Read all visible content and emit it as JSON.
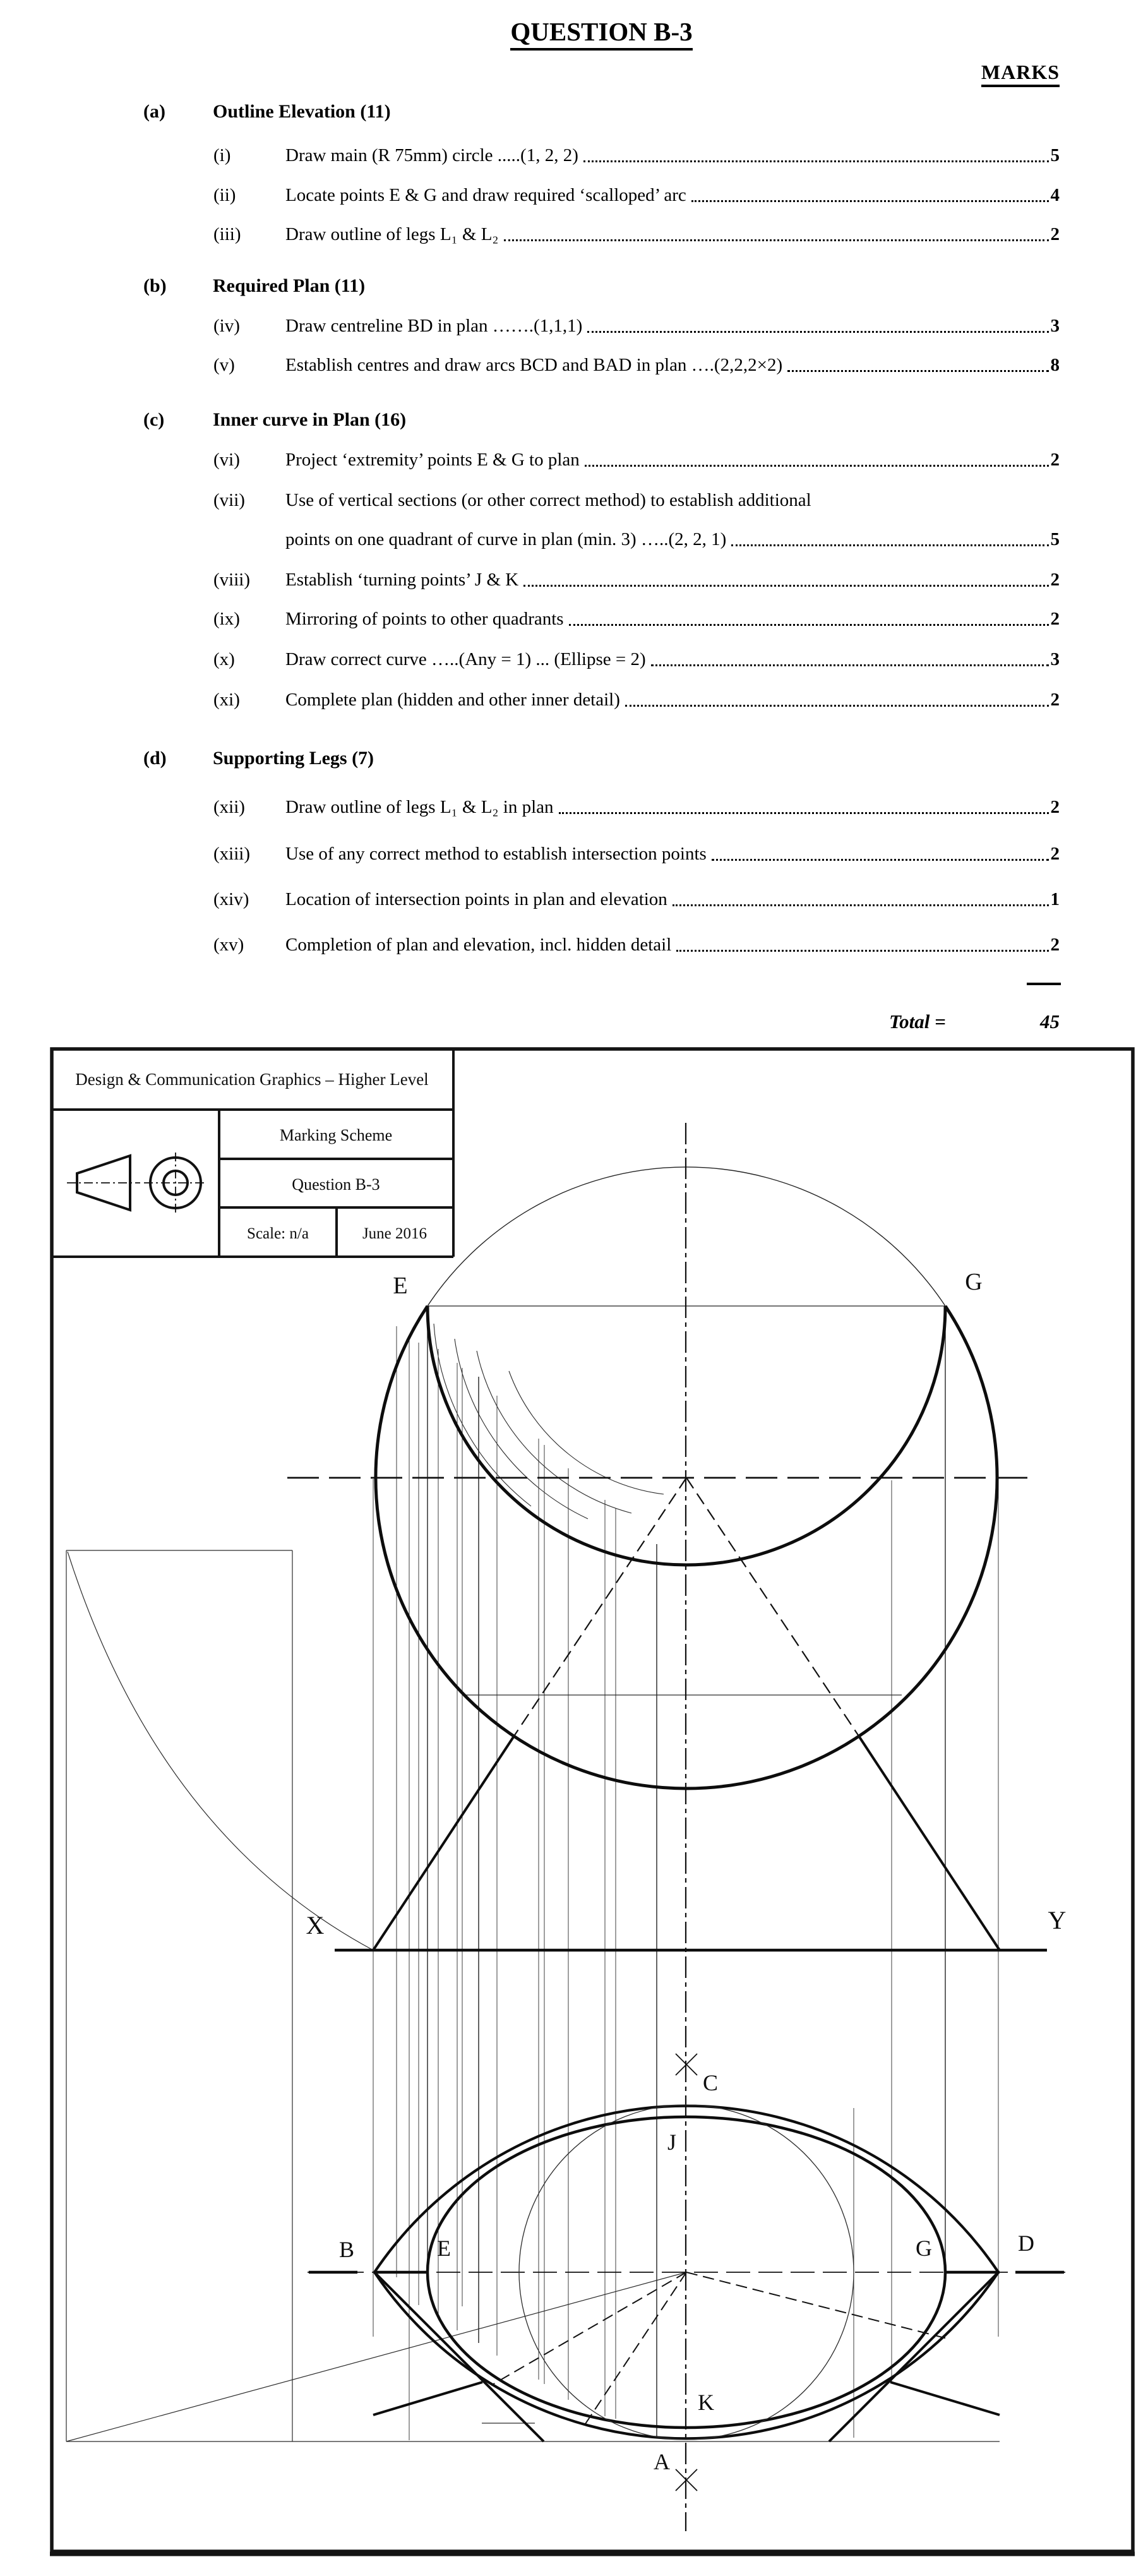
{
  "doc": {
    "title": "QUESTION B-3",
    "marks_header": "MARKS",
    "sections": [
      {
        "letter": "(a)",
        "title": "Outline Elevation (11)",
        "items": [
          {
            "num": "(i)",
            "text": "Draw main (R 75mm) circle .....(1, 2, 2)",
            "mark": "5"
          },
          {
            "num": "(ii)",
            "text": "Locate points E & G and draw required ‘scalloped’ arc",
            "mark": "4"
          },
          {
            "num": "(iii)",
            "text": "Draw outline of legs L₁ & L₂",
            "mark": "2"
          }
        ]
      },
      {
        "letter": "(b)",
        "title": "Required Plan (11)",
        "items": [
          {
            "num": "(iv)",
            "text": "Draw centreline BD in plan …….(1,1,1)",
            "mark": "3"
          },
          {
            "num": "(v)",
            "text": "Establish centres and draw arcs BCD and BAD in plan ….(2,2,2×2)",
            "mark": "8"
          }
        ]
      },
      {
        "letter": "(c)",
        "title": "Inner curve in Plan (16)",
        "items": [
          {
            "num": "(vi)",
            "text": "Project ‘extremity’ points E & G to plan",
            "mark": "2"
          },
          {
            "num": "(vii)",
            "text": "Use of vertical sections (or other correct method) to establish additional",
            "text2": "points on one quadrant of curve in plan (min. 3) …..(2, 2, 1)",
            "mark": "5"
          },
          {
            "num": "(viii)",
            "text": "Establish ‘turning points’ J & K",
            "mark": "2"
          },
          {
            "num": "(ix)",
            "text": "Mirroring of points to other quadrants",
            "mark": "2"
          },
          {
            "num": "(x)",
            "text": "Draw correct curve …..(Any = 1) ... (Ellipse = 2)",
            "mark": "3"
          },
          {
            "num": "(xi)",
            "text": "Complete plan (hidden and other inner detail)",
            "mark": "2"
          }
        ]
      },
      {
        "letter": "(d)",
        "title": "Supporting Legs (7)",
        "items": [
          {
            "num": "(xii)",
            "text": "Draw outline of legs L₁ & L₂ in plan",
            "mark": "2"
          },
          {
            "num": "(xiii)",
            "text": "Use of any correct method to establish intersection points",
            "mark": "2"
          },
          {
            "num": "(xiv)",
            "text": "Location of intersection points in plan and elevation",
            "mark": "1"
          },
          {
            "num": "(xv)",
            "text": "Completion of plan and elevation, incl. hidden detail",
            "mark": "2"
          }
        ]
      }
    ],
    "total_label": "Total =",
    "total_value": "45"
  },
  "titleblock": {
    "course": "Design & Communication Graphics – Higher Level",
    "doc_type": "Marking Scheme",
    "question": "Question B-3",
    "scale": "Scale: n/a",
    "date": "June 2016"
  },
  "drawing": {
    "labels": {
      "E": "E",
      "G": "G",
      "X": "X",
      "Y": "Y",
      "B": "B",
      "Ep": "E",
      "Gp": "G",
      "D": "D",
      "C": "C",
      "J": "J",
      "K": "K",
      "A": "A"
    }
  }
}
